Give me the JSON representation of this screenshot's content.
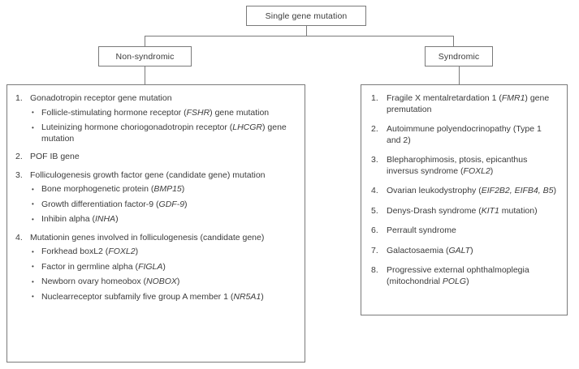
{
  "diagram": {
    "title": "Single gene mutation classification flowchart",
    "colors": {
      "border": "#7a7a7a",
      "text": "#3b3b3b",
      "background": "#ffffff"
    },
    "root": {
      "label": "Single gene mutation"
    },
    "branches": {
      "left": {
        "label": "Non-syndromic"
      },
      "right": {
        "label": "Syndromic"
      }
    }
  },
  "nonsyndromic": {
    "items": [
      {
        "num": "1.",
        "text": "Gonadotropin receptor gene mutation",
        "bullets": [
          {
            "pre": "Follicle-stimulating hormone receptor (",
            "gene": "FSHR",
            "post": ") gene mutation"
          },
          {
            "pre": "Luteinizing hormone choriogonadotropin receptor (",
            "gene": "LHCGR",
            "post": ") gene mutation"
          }
        ]
      },
      {
        "num": "2.",
        "text": "POF IB gene",
        "bullets": []
      },
      {
        "num": "3.",
        "text": "Folliculogenesis growth factor gene (candidate gene) mutation",
        "bullets": [
          {
            "pre": "Bone morphogenetic protein (",
            "gene": "BMP15",
            "post": ")"
          },
          {
            "pre": "Growth differentiation factor-9 (",
            "gene": "GDF-9",
            "post": ")"
          },
          {
            "pre": "Inhibin alpha (",
            "gene": "INHA",
            "post": ")"
          }
        ]
      },
      {
        "num": "4.",
        "text": "Mutationin genes involved in folliculogenesis (candidate gene)",
        "bullets": [
          {
            "pre": "Forkhead boxL2 (",
            "gene": "FOXL2",
            "post": ")"
          },
          {
            "pre": "Factor in germline alpha (",
            "gene": "FIGLA",
            "post": ")"
          },
          {
            "pre": "Newborn ovary homeobox (",
            "gene": "NOBOX",
            "post": ")"
          },
          {
            "pre": "Nuclearreceptor subfamily five group A member 1 (",
            "gene": "NR5A1",
            "post": ")"
          }
        ]
      }
    ]
  },
  "syndromic": {
    "items": [
      {
        "num": "1.",
        "pre": "Fragile X mentalretardation 1 (",
        "gene": "FMR1",
        "post": ") gene premutation"
      },
      {
        "num": "2.",
        "pre": "Autoimmune polyendocrinopathy (Type 1 and 2)",
        "gene": "",
        "post": ""
      },
      {
        "num": "3.",
        "pre": "Blepharophimosis, ptosis, epicanthus inversus syndrome (",
        "gene": "FOXL2",
        "post": ")"
      },
      {
        "num": "4.",
        "pre": "Ovarian leukodystrophy (",
        "gene": "EIF2B2, EIFB4, B5",
        "post": ")"
      },
      {
        "num": "5.",
        "pre": "Denys-Drash syndrome (",
        "gene": "KIT1",
        "post": " mutation)"
      },
      {
        "num": "6.",
        "pre": "Perrault syndrome",
        "gene": "",
        "post": ""
      },
      {
        "num": "7.",
        "pre": "Galactosaemia (",
        "gene": "GALT",
        "post": ")"
      },
      {
        "num": "8.",
        "pre": "Progressive external ophthalmoplegia (mitochondrial ",
        "gene": "POLG",
        "post": ")"
      }
    ]
  }
}
